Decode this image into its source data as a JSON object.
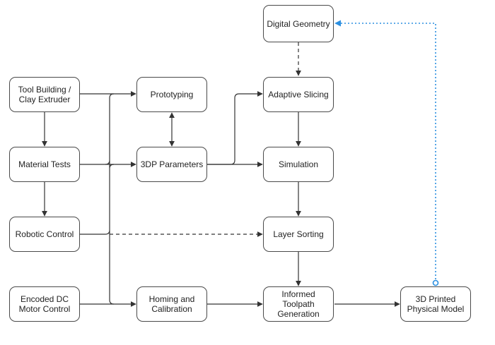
{
  "diagram": {
    "nodes": {
      "digital_geometry": "Digital Geometry",
      "tool_building": "Tool Building /\nClay Extruder",
      "prototyping": "Prototyping",
      "adaptive_slicing": "Adaptive Slicing",
      "material_tests": "Material Tests",
      "dp_parameters": "3DP Parameters",
      "simulation": "Simulation",
      "robotic_control": "Robotic Control",
      "layer_sorting": "Layer Sorting",
      "encoded_dc": "Encoded DC\nMotor Control",
      "homing": "Homing and\nCalibration",
      "informed_toolpath": "Informed\nToolpath\nGeneration",
      "printed_model": "3D Printed\nPhysical Model"
    },
    "edges": [
      {
        "from": "tool_building",
        "to": "material_tests",
        "style": "solid"
      },
      {
        "from": "material_tests",
        "to": "robotic_control",
        "style": "solid"
      },
      {
        "from": "tool_building",
        "to": "prototyping",
        "style": "solid"
      },
      {
        "from": "material_tests",
        "to": "dp_parameters",
        "style": "solid"
      },
      {
        "from": "robotic_control",
        "to": "layer_sorting",
        "style": "dashed"
      },
      {
        "from": "encoded_dc",
        "to": "homing",
        "style": "solid"
      },
      {
        "from": "prototyping",
        "to": "dp_parameters",
        "style": "solid",
        "bidirectional": true
      },
      {
        "from": "dp_parameters",
        "to": "adaptive_slicing",
        "style": "solid"
      },
      {
        "from": "dp_parameters",
        "to": "simulation",
        "style": "solid"
      },
      {
        "from": "digital_geometry",
        "to": "adaptive_slicing",
        "style": "dashed"
      },
      {
        "from": "adaptive_slicing",
        "to": "simulation",
        "style": "solid"
      },
      {
        "from": "simulation",
        "to": "layer_sorting",
        "style": "solid"
      },
      {
        "from": "layer_sorting",
        "to": "informed_toolpath",
        "style": "solid"
      },
      {
        "from": "homing",
        "to": "informed_toolpath",
        "style": "solid"
      },
      {
        "from": "informed_toolpath",
        "to": "printed_model",
        "style": "solid"
      },
      {
        "from": "printed_model",
        "to": "digital_geometry",
        "style": "dotted"
      }
    ],
    "colors": {
      "line": "#333333",
      "border": "#4a4a4a",
      "feedback": "#2b8fe0"
    }
  }
}
